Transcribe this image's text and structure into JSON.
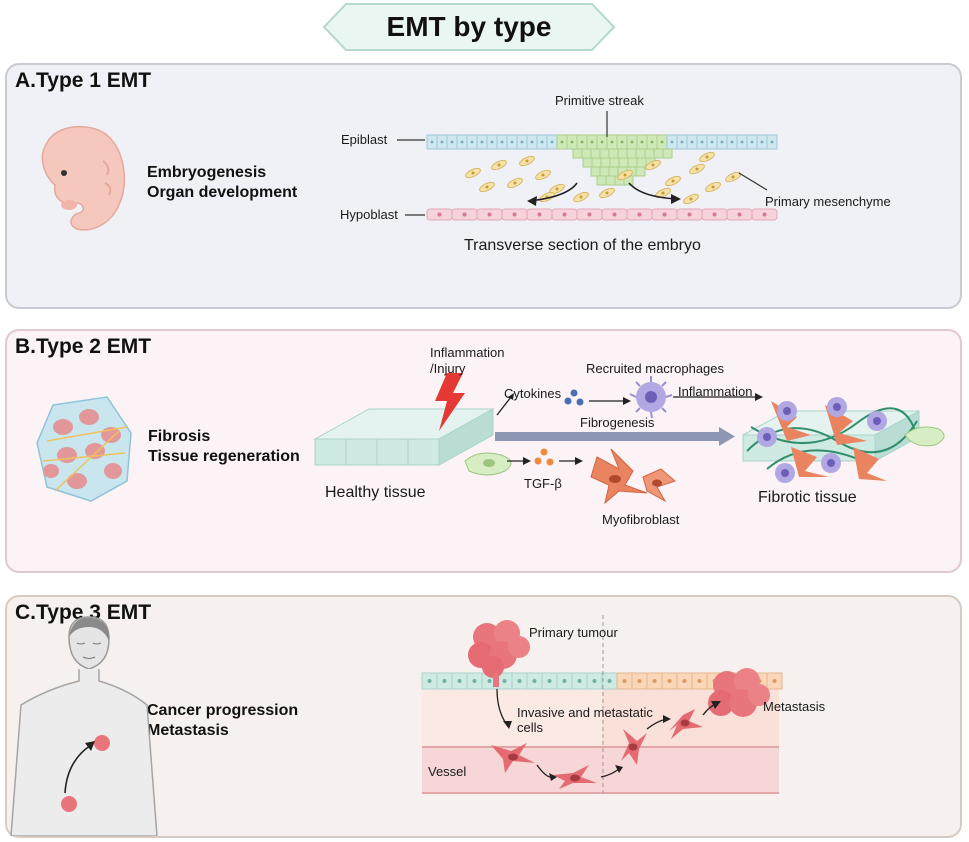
{
  "title": "EMT by type",
  "panels": {
    "a": {
      "title": "A.Type 1 EMT",
      "desc_line1": "Embryogenesis",
      "desc_line2": "Organ development",
      "labels": {
        "primitive_streak": "Primitive streak",
        "epiblast": "Epiblast",
        "hypoblast": "Hypoblast",
        "primary_mesenchyme": "Primary mesenchyme",
        "caption": "Transverse section of the embryo"
      }
    },
    "b": {
      "title": "B.Type 2 EMT",
      "desc_line1": "Fibrosis",
      "desc_line2": "Tissue regeneration",
      "labels": {
        "inflammation_injury_1": "Inflammation",
        "inflammation_injury_2": "/Injury",
        "cytokines": "Cytokines",
        "recruited_macrophages": "Recruited macrophages",
        "inflammation": "Inflammation",
        "fibrogenesis": "Fibrogenesis",
        "healthy_tissue": "Healthy tissue",
        "tgf_beta": "TGF-β",
        "myofibroblast": "Myofibroblast",
        "fibrotic_tissue": "Fibrotic tissue"
      }
    },
    "c": {
      "title": "C.Type 3 EMT",
      "desc_line1": "Cancer progression",
      "desc_line2": "Metastasis",
      "labels": {
        "primary_tumour": "Primary tumour",
        "invasive_1": "Invasive and metastatic",
        "invasive_2": "cells",
        "metastasis": "Metastasis",
        "vessel": "Vessel"
      }
    }
  },
  "colors": {
    "title_fill": "#e9f6f2",
    "title_stroke": "#b5d8cf",
    "epiblast": "#cfe8f0",
    "primitive_streak": "#cfe8b8",
    "hypoblast": "#f6d3dc",
    "mesenchyme": "#f6e2a8",
    "healthy_tissue": "#cfe9e3",
    "macrophage": "#9a8fd6",
    "myofibroblast": "#e98360",
    "tumour": "#e8757b",
    "vessel": "#f6d6d6",
    "arrow_gray": "#8e98b4"
  }
}
